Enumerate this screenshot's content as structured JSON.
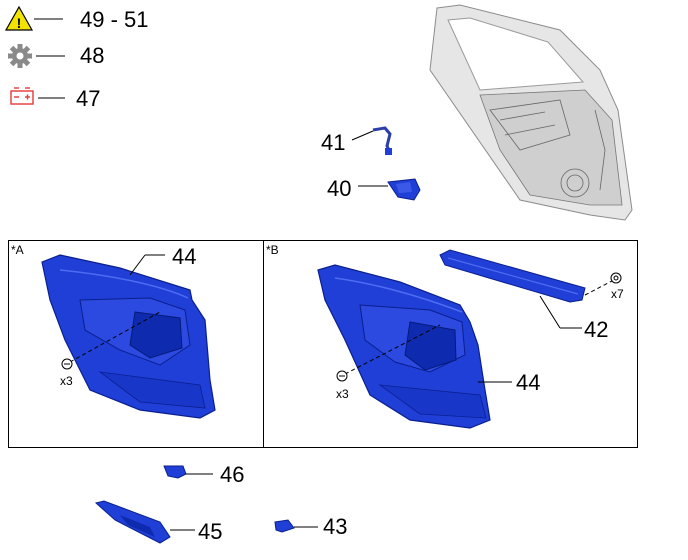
{
  "legend": {
    "items": [
      {
        "icon": "warning-triangle-icon",
        "label": "49 - 51",
        "color": "#f2e200"
      },
      {
        "icon": "gear-icon",
        "label": "48",
        "color": "#8a8a8a"
      },
      {
        "icon": "battery-icon",
        "label": "47",
        "color": "#e53935"
      }
    ]
  },
  "panels": {
    "a": {
      "label": "*A",
      "qty": "x3"
    },
    "b": {
      "label": "*B",
      "qty_screw": "x3",
      "qty_clip": "x7"
    }
  },
  "callouts": {
    "c41": "41",
    "c40": "40",
    "c44a": "44",
    "c44b": "44",
    "c42": "42",
    "c46": "46",
    "c45": "45",
    "c43": "43"
  },
  "colors": {
    "part_blue": "#1f3fd6",
    "part_blue_dark": "#0a1f8f",
    "door_gray": "#d9d9d9"
  }
}
